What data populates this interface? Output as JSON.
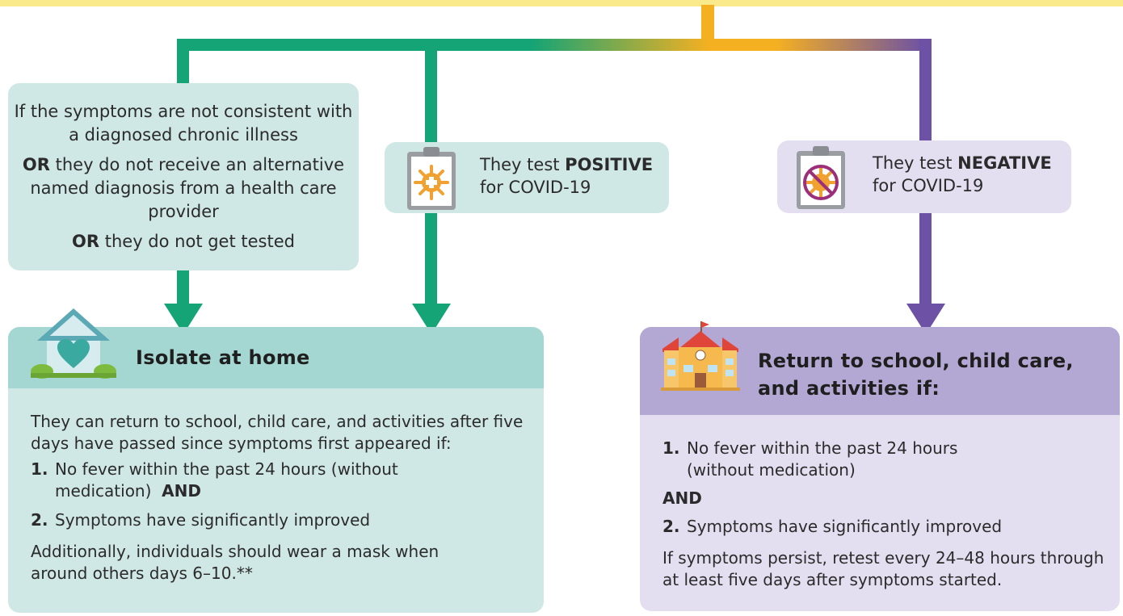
{
  "colors": {
    "banner": "#fbea8c",
    "green": "#14a475",
    "orange": "#f5b021",
    "purple": "#6c51a4",
    "light_teal": "#cfe7e5",
    "teal_header": "#a5d7d2",
    "light_purple": "#e3dff0",
    "purple_header": "#b3a8d3"
  },
  "condition_box": {
    "line1": "If the symptoms are not consistent with a diagnosed chronic illness",
    "or1": "OR",
    "line2": " they do not receive an alternative named diagnosis from a health care provider",
    "or2": "OR",
    "line3": " they do not get tested"
  },
  "positive_box": {
    "prefix": "They test ",
    "result": "POSITIVE",
    "suffix": "for COVID-19",
    "icon": "clipboard-virus-plus-icon"
  },
  "negative_box": {
    "prefix": "They test ",
    "result": "NEGATIVE",
    "suffix": "for COVID-19",
    "icon": "clipboard-virus-crossed-icon"
  },
  "isolate": {
    "title": "Isolate at home",
    "icon": "house-heart-icon",
    "intro": "They can return to school, child care, and activities after five days have passed since symptoms first appeared if:",
    "items": [
      {
        "num": "1.",
        "text": "No fever within the past 24 hours (without",
        "text2": "medication)",
        "and": "AND"
      },
      {
        "num": "2.",
        "text": "Symptoms have significantly improved"
      }
    ],
    "note": "Additionally, individuals should wear a mask when around others days 6–10.**"
  },
  "return": {
    "title_line1": "Return to school, child care,",
    "title_line2": "and activities if:",
    "icon": "school-building-icon",
    "items": [
      {
        "num": "1.",
        "text": "No fever within the past 24 hours",
        "text2": "(without medication)"
      },
      {
        "num": "2.",
        "text": "Symptoms have significantly improved"
      }
    ],
    "and": "AND",
    "note": "If symptoms persist, retest every 24–48 hours through at least five days after symptoms started."
  }
}
